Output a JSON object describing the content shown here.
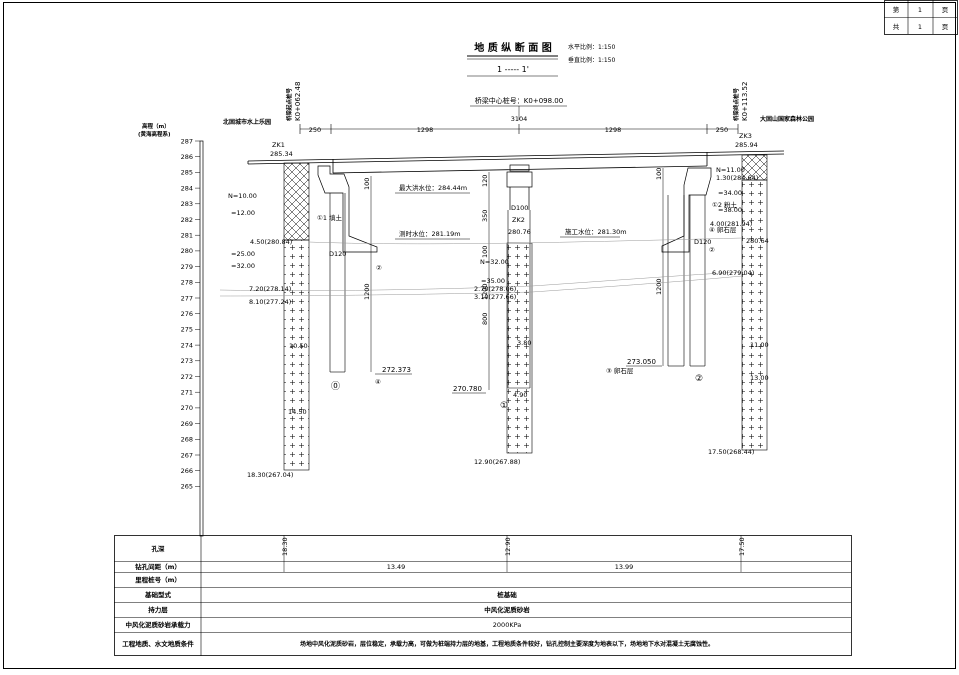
{
  "page_info": {
    "cells": [
      [
        "第",
        "1",
        "页"
      ],
      [
        "共",
        "1",
        "页"
      ]
    ]
  },
  "title": {
    "main": "地 质 纵 断 面 图",
    "section": "1 ----- 1'",
    "scale_h": "水平比例：1:150",
    "scale_v": "垂直比例：1:150"
  },
  "axis": {
    "label1": "高程（m）",
    "label2": "(黄海高程系)",
    "min": 265,
    "max": 287
  },
  "stations": {
    "left_title": "桥梁起点桩号",
    "left": "K0+062.48",
    "right_title": "桥梁终点桩号",
    "right": "K0+113.52",
    "center": "桥梁中心桩号：K0+098.00"
  },
  "places": {
    "left": "北固城市水上乐园",
    "right": "大固山国家森林公园"
  },
  "dims": {
    "total": "3104",
    "a": "250",
    "b": "1298",
    "c": "1298",
    "d": "250"
  },
  "boreholes": [
    {
      "id": "ZK1",
      "top": "285.34",
      "bottom": "18.30(267.04)"
    },
    {
      "id": "ZK2",
      "top": "280.76",
      "bottom": "12.90(267.88)"
    },
    {
      "id": "ZK3",
      "top": "285.94",
      "bottom": "17.50(268.44)"
    }
  ],
  "water": {
    "flood": "最大洪水位：284.44m",
    "measured": "测时水位：281.19m",
    "construction": "施工水位：281.30m"
  },
  "labels": {
    "zk1": [
      "N=10.00",
      "=12.00",
      "4.50(280.84)",
      "=25.00",
      "=32.00",
      "7.20(278.14)",
      "8.10(277.24)",
      "10.50",
      "14.50"
    ],
    "zk2": [
      "N=32.00",
      "=35.00",
      "2.70(278.06)",
      "3.10(277.66)",
      "3.80",
      "4.90"
    ],
    "zk3": [
      "N=11.00",
      "1.30(284.64)",
      "=34.00",
      "=38.00",
      "4.00(281.94)",
      "280.64",
      "6.90(279.04)",
      "11.00",
      "13.00"
    ],
    "layers": [
      "①1 填土",
      "①2 粉土",
      "②",
      "②",
      "③ 卵石层",
      "④",
      "④ 卵石层",
      "①",
      "②"
    ],
    "piles": [
      "D120",
      "D100",
      "D120",
      "D120"
    ],
    "pile_dims": [
      "100",
      "1200",
      "120",
      "350",
      "100",
      "1200",
      "800",
      "100",
      "1200"
    ],
    "pile_bottoms": [
      "272.373",
      "270.780",
      "273.050"
    ],
    "markers": [
      "⓪",
      "①",
      "②"
    ]
  },
  "table": {
    "rows": [
      {
        "name": "孔深",
        "cells": [
          "18.30",
          "12.90",
          "17.50"
        ]
      },
      {
        "name": "钻孔间距（m）",
        "cells": [
          "13.49",
          "13.99"
        ]
      },
      {
        "name": "里程桩号（m）",
        "cells": []
      },
      {
        "name": "基础型式",
        "cells": [
          "桩基础"
        ]
      },
      {
        "name": "持力层",
        "cells": [
          "中风化泥质砂岩"
        ]
      },
      {
        "name": "中风化泥质砂岩承载力",
        "cells": [
          "2000KPa"
        ]
      },
      {
        "name": "工程地质、水文地质条件",
        "cells": [
          "场地中风化泥质砂岩，层位稳定，承载力高，可做为桩端持力层的地基，工程地质条件较好，钻孔控制主要深度为地表以下，场地地下水对混凝土无腐蚀性。"
        ]
      }
    ]
  }
}
